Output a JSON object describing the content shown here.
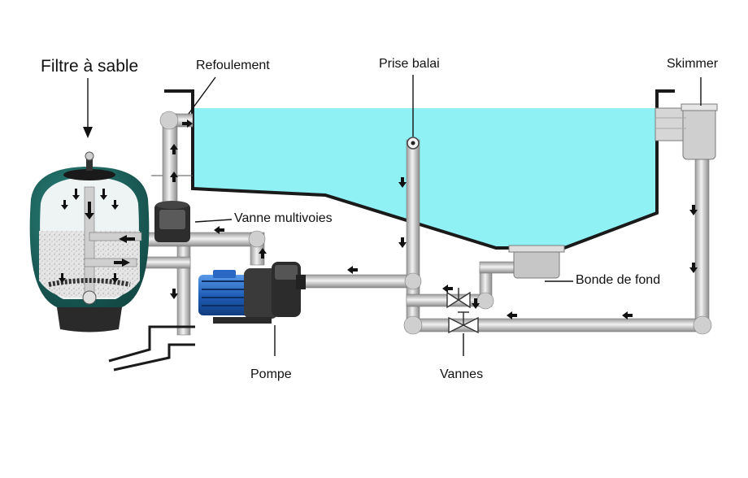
{
  "labels": {
    "filter": "Filtre à sable",
    "discharge": "Refoulement",
    "vacuum_inlet": "Prise balai",
    "skimmer": "Skimmer",
    "multiport_valve": "Vanne multivoies",
    "main_drain": "Bonde de fond",
    "pump": "Pompe",
    "valves": "Vannes"
  },
  "colors": {
    "water": "#8ff1f4",
    "pipe": "#d9dadc",
    "pipe_edge": "#8b8b8b",
    "pool_wall": "#1a1a1a",
    "filter_tank": "#1f6b66",
    "pump_motor": "#1f5fb8",
    "pump_body": "#3a3a3a",
    "sand": "#e4e4e4"
  },
  "icons": [
    "flow-arrow-icon",
    "valve-icon"
  ]
}
